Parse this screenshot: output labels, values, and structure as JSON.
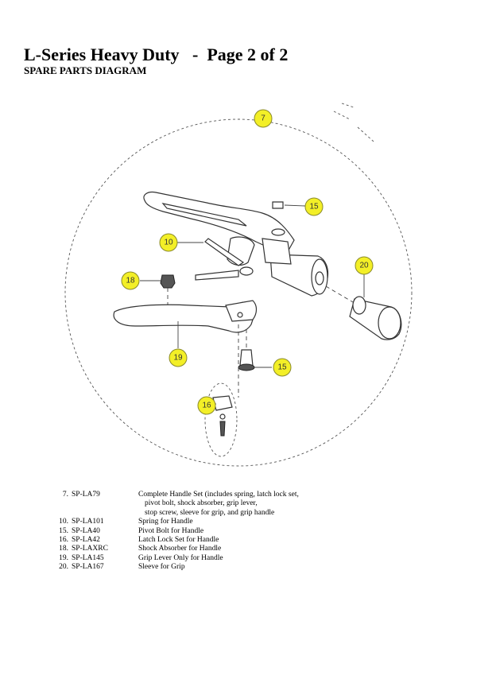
{
  "header": {
    "title": "L-Series Heavy Duty   -  Page 2 of 2",
    "subtitle": "SPARE PARTS DIAGRAM"
  },
  "callouts": [
    "7",
    "15",
    "10",
    "20",
    "18",
    "19",
    "15",
    "16"
  ],
  "parts": [
    {
      "num": "7.",
      "sku": "SP-LA79",
      "desc": "Complete Handle Set (includes spring, latch lock set,",
      "cont": [
        "pivot bolt, shock absorber, grip lever,",
        "stop screw, sleeve for grip, and grip handle"
      ]
    },
    {
      "num": "10.",
      "sku": "SP-LA101",
      "desc": "Spring for Handle"
    },
    {
      "num": "15.",
      "sku": "SP-LA40",
      "desc": "Pivot Bolt for Handle"
    },
    {
      "num": "16.",
      "sku": "SP-LA42",
      "desc": "Latch Lock Set for Handle"
    },
    {
      "num": "18.",
      "sku": "SP-LAXRC",
      "desc": "Shock Absorber for Handle"
    },
    {
      "num": "19.",
      "sku": "SP-LA145",
      "desc": "Grip Lever Only for Handle"
    },
    {
      "num": "20.",
      "sku": "SP-LA167",
      "desc": "Sleeve for Grip"
    }
  ],
  "colors": {
    "callout_fill": "#f3ef27"
  }
}
